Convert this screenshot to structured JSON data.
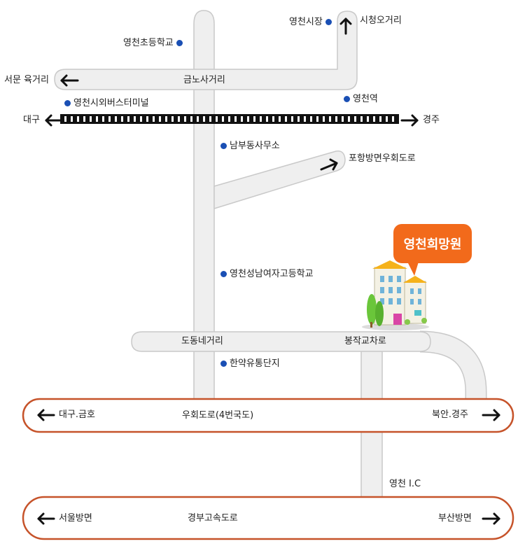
{
  "colors": {
    "road_fill": "#efefef",
    "road_stroke": "#c9c9c9",
    "highway_stroke": "#c6532a",
    "railway": "#111111",
    "poi_dot": "#1a4fb4",
    "badge": "#f26a1b"
  },
  "destination": {
    "name": "영천희망원"
  },
  "landmarks": {
    "elementary_school": "영천초등학교",
    "market": "영천시장",
    "bus_terminal": "영천시외버스터미널",
    "station": "영천역",
    "nambu_office": "남부동사무소",
    "girls_high_school": "영천성남여자고등학교",
    "hanyak_complex": "한약유통단지"
  },
  "roads": {
    "city_hall_junction": "시청오거리",
    "seomun_junction": "서문 육거리",
    "geumno_junction": "금노사거리",
    "daegu": "대구",
    "gyeongju": "경주",
    "pohang_bypass": "포항방면우회도로",
    "dodong_junction": "도동네거리",
    "bongjak_junction": "봉작교차로",
    "bypass_name": "우회도로(4번국도)",
    "bypass_left": "대구.금호",
    "bypass_right": "북안.경주",
    "ic": "영천 I.C",
    "expressway_name": "경부고속도로",
    "expressway_left": "서울방면",
    "expressway_right": "부산방면"
  }
}
